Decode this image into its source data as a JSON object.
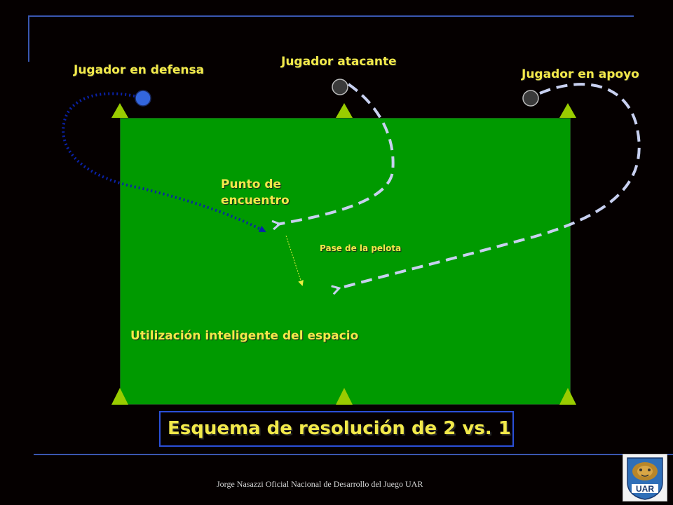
{
  "labels": {
    "defensa": "Jugador en defensa",
    "atacante": "Jugador atacante",
    "apoyo": "Jugador en apoyo",
    "punto": "Punto de encuentro",
    "pase": "Pase de la pelota",
    "utilizacion": "Utilización inteligente del espacio"
  },
  "title": "Esquema de resolución de 2 vs. 1",
  "footer": "Jorge Nasazzi Oficial Nacional de Desarrollo del Juego UAR",
  "logo_text": "UAR",
  "colors": {
    "field": "#009a00",
    "label_text": "#f2e94a",
    "defender": "#3366dd",
    "attacker": "#3a3a3a",
    "cone": "#99cc00",
    "defense_path": "#0a22a8",
    "attack_path": "#c8d0f0",
    "rule": "#3a56b0"
  }
}
